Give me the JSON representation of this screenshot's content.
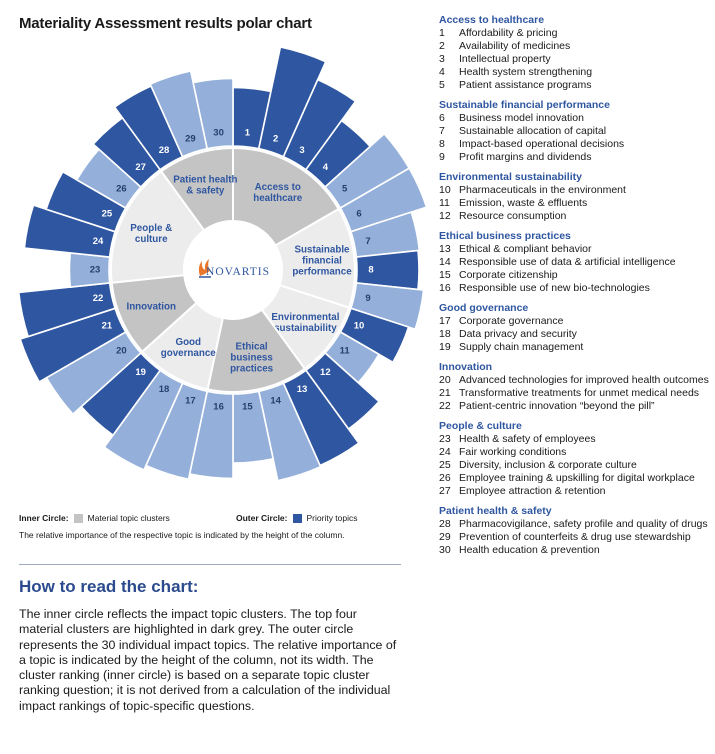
{
  "title": "Materiality Assessment results polar chart",
  "colors": {
    "accent": "#2f56a0",
    "inner_dark": "#c4c4c4",
    "inner_light": "#ececec",
    "priority": "#2f56a0",
    "light_bar": "#94b0da",
    "track": "#e6ebf4"
  },
  "logo": {
    "text": "NOVARTIS",
    "icon": "novartis-flame-icon"
  },
  "legend": {
    "inner_label": "Inner Circle:",
    "inner_desc": "Material topic clusters",
    "outer_label": "Outer Circle:",
    "outer_desc": "Priority topics",
    "note": "The relative importance of the respective topic is indicated by the height of the column."
  },
  "how_to": {
    "title": "How to read the chart:",
    "text": "The inner circle reflects the impact topic clusters. The top four material clusters are highlighted in dark grey. The outer circle represents the 30 individual impact topics. The relative importance of a topic is indicated by the height of the column, not its width. The cluster ranking (inner circle) is based on a separate topic cluster ranking question; it is not derived from a calculation of the individual impact rankings of topic-specific questions."
  },
  "chart_data": {
    "type": "polar_bar",
    "title": "Materiality Assessment results polar chart",
    "clusters": [
      {
        "name": "Access to healthcare",
        "label_lines": [
          "Access to",
          "healthcare"
        ],
        "highlighted": true
      },
      {
        "name": "Sustainable financial performance",
        "label_lines": [
          "Sustainable",
          "financial",
          "performance"
        ],
        "highlighted": false
      },
      {
        "name": "Environmental sustainability",
        "label_lines": [
          "Environmental",
          "sustainability"
        ],
        "highlighted": false
      },
      {
        "name": "Ethical business practices",
        "label_lines": [
          "Ethical",
          "business",
          "practices"
        ],
        "highlighted": true
      },
      {
        "name": "Good governance",
        "label_lines": [
          "Good",
          "governance"
        ],
        "highlighted": false
      },
      {
        "name": "Innovation",
        "label_lines": [
          "Innovation"
        ],
        "highlighted": true
      },
      {
        "name": "People & culture",
        "label_lines": [
          "People &",
          "culture"
        ],
        "highlighted": false
      },
      {
        "name": "Patient health & safety",
        "label_lines": [
          "Patient health",
          "& safety"
        ],
        "highlighted": true
      }
    ],
    "topics": [
      {
        "n": "1",
        "cluster": "Access to healthcare",
        "value": 0.35,
        "priority": true
      },
      {
        "n": "2",
        "cluster": "Access to healthcare",
        "value": 1.0,
        "priority": true
      },
      {
        "n": "3",
        "cluster": "Access to healthcare",
        "value": 0.72,
        "priority": true
      },
      {
        "n": "4",
        "cluster": "Access to healthcare",
        "value": 0.38,
        "priority": true
      },
      {
        "n": "5",
        "cluster": "Access to healthcare",
        "value": 0.65,
        "priority": false
      },
      {
        "n": "6",
        "cluster": "Sustainable financial performance",
        "value": 0.65,
        "priority": false
      },
      {
        "n": "7",
        "cluster": "Sustainable financial performance",
        "value": 0.42,
        "priority": false
      },
      {
        "n": "8",
        "cluster": "Sustainable financial performance",
        "value": 0.4,
        "priority": true
      },
      {
        "n": "9",
        "cluster": "Sustainable financial performance",
        "value": 0.48,
        "priority": false
      },
      {
        "n": "10",
        "cluster": "Environmental sustainability",
        "value": 0.38,
        "priority": true
      },
      {
        "n": "11",
        "cluster": "Environmental sustainability",
        "value": 0.15,
        "priority": false
      },
      {
        "n": "12",
        "cluster": "Environmental sustainability",
        "value": 0.55,
        "priority": true
      },
      {
        "n": "13",
        "cluster": "Ethical business practices",
        "value": 0.8,
        "priority": true
      },
      {
        "n": "14",
        "cluster": "Ethical business practices",
        "value": 0.82,
        "priority": false
      },
      {
        "n": "15",
        "cluster": "Ethical business practices",
        "value": 0.5,
        "priority": false
      },
      {
        "n": "16",
        "cluster": "Ethical business practices",
        "value": 0.72,
        "priority": false
      },
      {
        "n": "17",
        "cluster": "Good governance",
        "value": 0.8,
        "priority": false
      },
      {
        "n": "18",
        "cluster": "Good governance",
        "value": 0.87,
        "priority": false
      },
      {
        "n": "19",
        "cluster": "Good governance",
        "value": 0.66,
        "priority": true
      },
      {
        "n": "20",
        "cluster": "Innovation",
        "value": 0.82,
        "priority": false
      },
      {
        "n": "21",
        "cluster": "Innovation",
        "value": 0.94,
        "priority": true
      },
      {
        "n": "22",
        "cluster": "Innovation",
        "value": 0.82,
        "priority": true
      },
      {
        "n": "23",
        "cluster": "People & culture",
        "value": 0.08,
        "priority": false
      },
      {
        "n": "24",
        "cluster": "People & culture",
        "value": 0.74,
        "priority": true
      },
      {
        "n": "25",
        "cluster": "People & culture",
        "value": 0.55,
        "priority": true
      },
      {
        "n": "26",
        "cluster": "People & culture",
        "value": 0.32,
        "priority": false
      },
      {
        "n": "27",
        "cluster": "People & culture",
        "value": 0.43,
        "priority": true
      },
      {
        "n": "28",
        "cluster": "Patient health & safety",
        "value": 0.62,
        "priority": true
      },
      {
        "n": "29",
        "cluster": "Patient health & safety",
        "value": 0.65,
        "priority": false
      },
      {
        "n": "30",
        "cluster": "Patient health & safety",
        "value": 0.48,
        "priority": false
      }
    ]
  },
  "topic_groups": [
    {
      "title": "Access to healthcare",
      "items": [
        {
          "n": "1",
          "t": "Affordability & pricing"
        },
        {
          "n": "2",
          "t": "Availability of medicines"
        },
        {
          "n": "3",
          "t": "Intellectual property"
        },
        {
          "n": "4",
          "t": "Health system strengthening"
        },
        {
          "n": "5",
          "t": "Patient assistance programs"
        }
      ]
    },
    {
      "title": "Sustainable financial performance",
      "items": [
        {
          "n": "6",
          "t": "Business model innovation"
        },
        {
          "n": "7",
          "t": "Sustainable allocation of capital"
        },
        {
          "n": "8",
          "t": "Impact-based operational decisions"
        },
        {
          "n": "9",
          "t": "Profit margins and dividends"
        }
      ]
    },
    {
      "title": "Environmental sustainability",
      "items": [
        {
          "n": "10",
          "t": "Pharmaceuticals in the environment"
        },
        {
          "n": "11",
          "t": "Emission, waste & effluents"
        },
        {
          "n": "12",
          "t": "Resource consumption"
        }
      ]
    },
    {
      "title": "Ethical business practices",
      "items": [
        {
          "n": "13",
          "t": "Ethical & compliant behavior"
        },
        {
          "n": "14",
          "t": "Responsible use of data & artificial intelligence"
        },
        {
          "n": "15",
          "t": "Corporate citizenship"
        },
        {
          "n": "16",
          "t": "Responsible use of new bio-technologies"
        }
      ]
    },
    {
      "title": "Good governance",
      "items": [
        {
          "n": "17",
          "t": "Corporate governance"
        },
        {
          "n": "18",
          "t": "Data privacy and security"
        },
        {
          "n": "19",
          "t": "Supply chain management"
        }
      ]
    },
    {
      "title": "Innovation",
      "items": [
        {
          "n": "20",
          "t": "Advanced technologies for improved health outcomes"
        },
        {
          "n": "21",
          "t": "Transformative treatments for unmet medical needs"
        },
        {
          "n": "22",
          "t": "Patient-centric innovation “beyond the pill”"
        }
      ]
    },
    {
      "title": "People & culture",
      "items": [
        {
          "n": "23",
          "t": "Health & safety of employees"
        },
        {
          "n": "24",
          "t": "Fair working conditions"
        },
        {
          "n": "25",
          "t": "Diversity, inclusion & corporate culture"
        },
        {
          "n": "26",
          "t": "Employee training & upskilling for digital workplace"
        },
        {
          "n": "27",
          "t": "Employee attraction & retention"
        }
      ]
    },
    {
      "title": "Patient health & safety",
      "items": [
        {
          "n": "28",
          "t": "Pharmacovigilance, safety profile and quality of drugs"
        },
        {
          "n": "29",
          "t": "Prevention of counterfeits & drug use stewardship"
        },
        {
          "n": "30",
          "t": "Health education & prevention"
        }
      ]
    }
  ]
}
